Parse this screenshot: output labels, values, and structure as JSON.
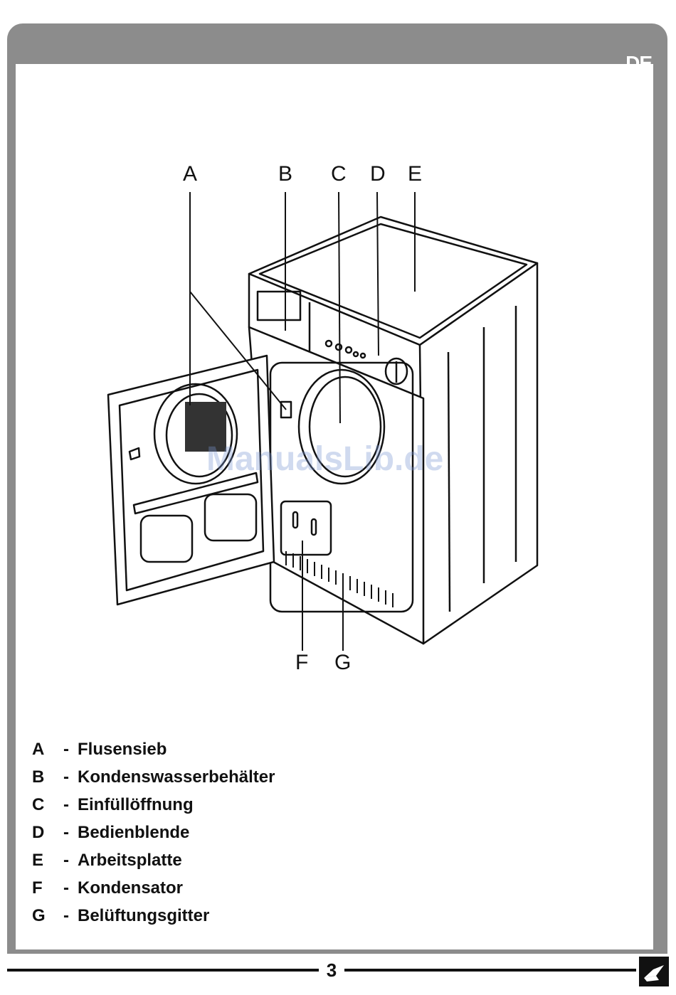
{
  "header": {
    "language_badge": "DE"
  },
  "diagram": {
    "callouts": {
      "a": "A",
      "b": "B",
      "c": "C",
      "d": "D",
      "e": "E",
      "f": "F",
      "g": "G"
    }
  },
  "watermark": "ManualsLib.de",
  "legend": [
    {
      "letter": "A",
      "dash": "-",
      "label": "Flusensieb"
    },
    {
      "letter": "B",
      "dash": "-",
      "label": "Kondenswasserbehälter"
    },
    {
      "letter": "C",
      "dash": "-",
      "label": "Einfüllöffnung"
    },
    {
      "letter": "D",
      "dash": "-",
      "label": "Bedienblende"
    },
    {
      "letter": "E",
      "dash": "-",
      "label": "Arbeitsplatte"
    },
    {
      "letter": "F",
      "dash": "-",
      "label": "Kondensator"
    },
    {
      "letter": "G",
      "dash": "-",
      "label": "Belüftungsgitter"
    }
  ],
  "footer": {
    "page_number": "3"
  }
}
